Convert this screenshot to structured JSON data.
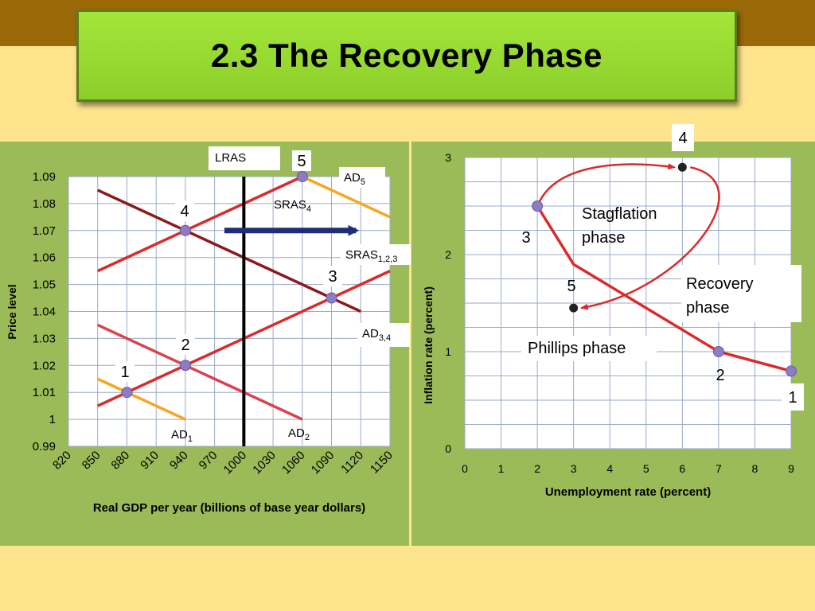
{
  "title": "2.3 The Recovery Phase",
  "chart_data": [
    {
      "type": "line",
      "xlabel": "Real GDP per year (billions of base year dollars)",
      "ylabel": "Price level",
      "xlim": [
        820,
        1150
      ],
      "ylim": [
        0.99,
        1.09
      ],
      "x_ticks": [
        "820",
        "850",
        "880",
        "910",
        "940",
        "970",
        "1000",
        "1030",
        "1060",
        "1090",
        "1120",
        "1150"
      ],
      "y_ticks": [
        "0.99",
        "1",
        "1.01",
        "1.02",
        "1.03",
        "1.04",
        "1.05",
        "1.06",
        "1.07",
        "1.08",
        "1.09"
      ],
      "grid": true,
      "lines": [
        {
          "label_main": "AD",
          "label_sub": "1",
          "color": "#f5a623",
          "points": [
            [
              850,
              1.015
            ],
            [
              940,
              1.0
            ]
          ]
        },
        {
          "label_main": "AD",
          "label_sub": "2",
          "color": "#d9434c",
          "points": [
            [
              850,
              1.035
            ],
            [
              1060,
              1.0
            ]
          ]
        },
        {
          "label_main": "AD",
          "label_sub": "3,4",
          "color": "#8b1a1a",
          "points": [
            [
              850,
              1.085
            ],
            [
              1120,
              1.04
            ]
          ]
        },
        {
          "label_main": "AD",
          "label_sub": "5",
          "color": "#f5a623",
          "points": [
            [
              1060,
              1.09
            ],
            [
              1150,
              1.075
            ]
          ]
        },
        {
          "label_main": "SRAS",
          "label_sub": "1,2,3",
          "color": "#d92b2b",
          "points": [
            [
              850,
              1.005
            ],
            [
              1150,
              1.055
            ]
          ]
        },
        {
          "label_main": "SRAS",
          "label_sub": "4",
          "color": "#d92b2b",
          "points": [
            [
              850,
              1.055
            ],
            [
              1060,
              1.09
            ]
          ]
        }
      ],
      "lras": {
        "label": "LRAS",
        "x": 1000
      },
      "points": [
        {
          "label": "1",
          "x": 880,
          "y": 1.01
        },
        {
          "label": "2",
          "x": 940,
          "y": 1.02
        },
        {
          "label": "3",
          "x": 1090,
          "y": 1.045
        },
        {
          "label": "4",
          "x": 940,
          "y": 1.07
        },
        {
          "label": "5",
          "x": 1060,
          "y": 1.09
        }
      ],
      "arrow": {
        "from": [
          980,
          1.07
        ],
        "to": [
          1120,
          1.07
        ],
        "color": "#1f2e7a"
      }
    },
    {
      "type": "line",
      "xlabel": "Unemployment rate (percent)",
      "ylabel": "Inflation rate (percent)",
      "xlim": [
        0,
        9
      ],
      "ylim": [
        0,
        3
      ],
      "x_ticks": [
        "0",
        "1",
        "2",
        "3",
        "4",
        "5",
        "6",
        "7",
        "8",
        "9"
      ],
      "y_ticks": [
        "0",
        "1",
        "2",
        "3"
      ],
      "grid": true,
      "phillips_curve": {
        "color": "#d92b2b",
        "points": [
          [
            2,
            2.5
          ],
          [
            3,
            1.9
          ],
          [
            7,
            1.0
          ],
          [
            9,
            0.8
          ]
        ]
      },
      "points": [
        {
          "label": "1",
          "x": 9,
          "y": 0.8,
          "marker": "purple"
        },
        {
          "label": "2",
          "x": 7,
          "y": 1.0,
          "marker": "purple"
        },
        {
          "label": "3",
          "x": 2,
          "y": 2.5,
          "marker": "purple"
        },
        {
          "label": "4",
          "x": 6,
          "y": 2.9,
          "marker": "dark"
        },
        {
          "label": "5",
          "x": 3,
          "y": 1.45,
          "marker": "dark"
        }
      ],
      "phase_labels": [
        "Stagflation phase",
        "Recovery phase",
        "Phillips phase"
      ]
    }
  ]
}
